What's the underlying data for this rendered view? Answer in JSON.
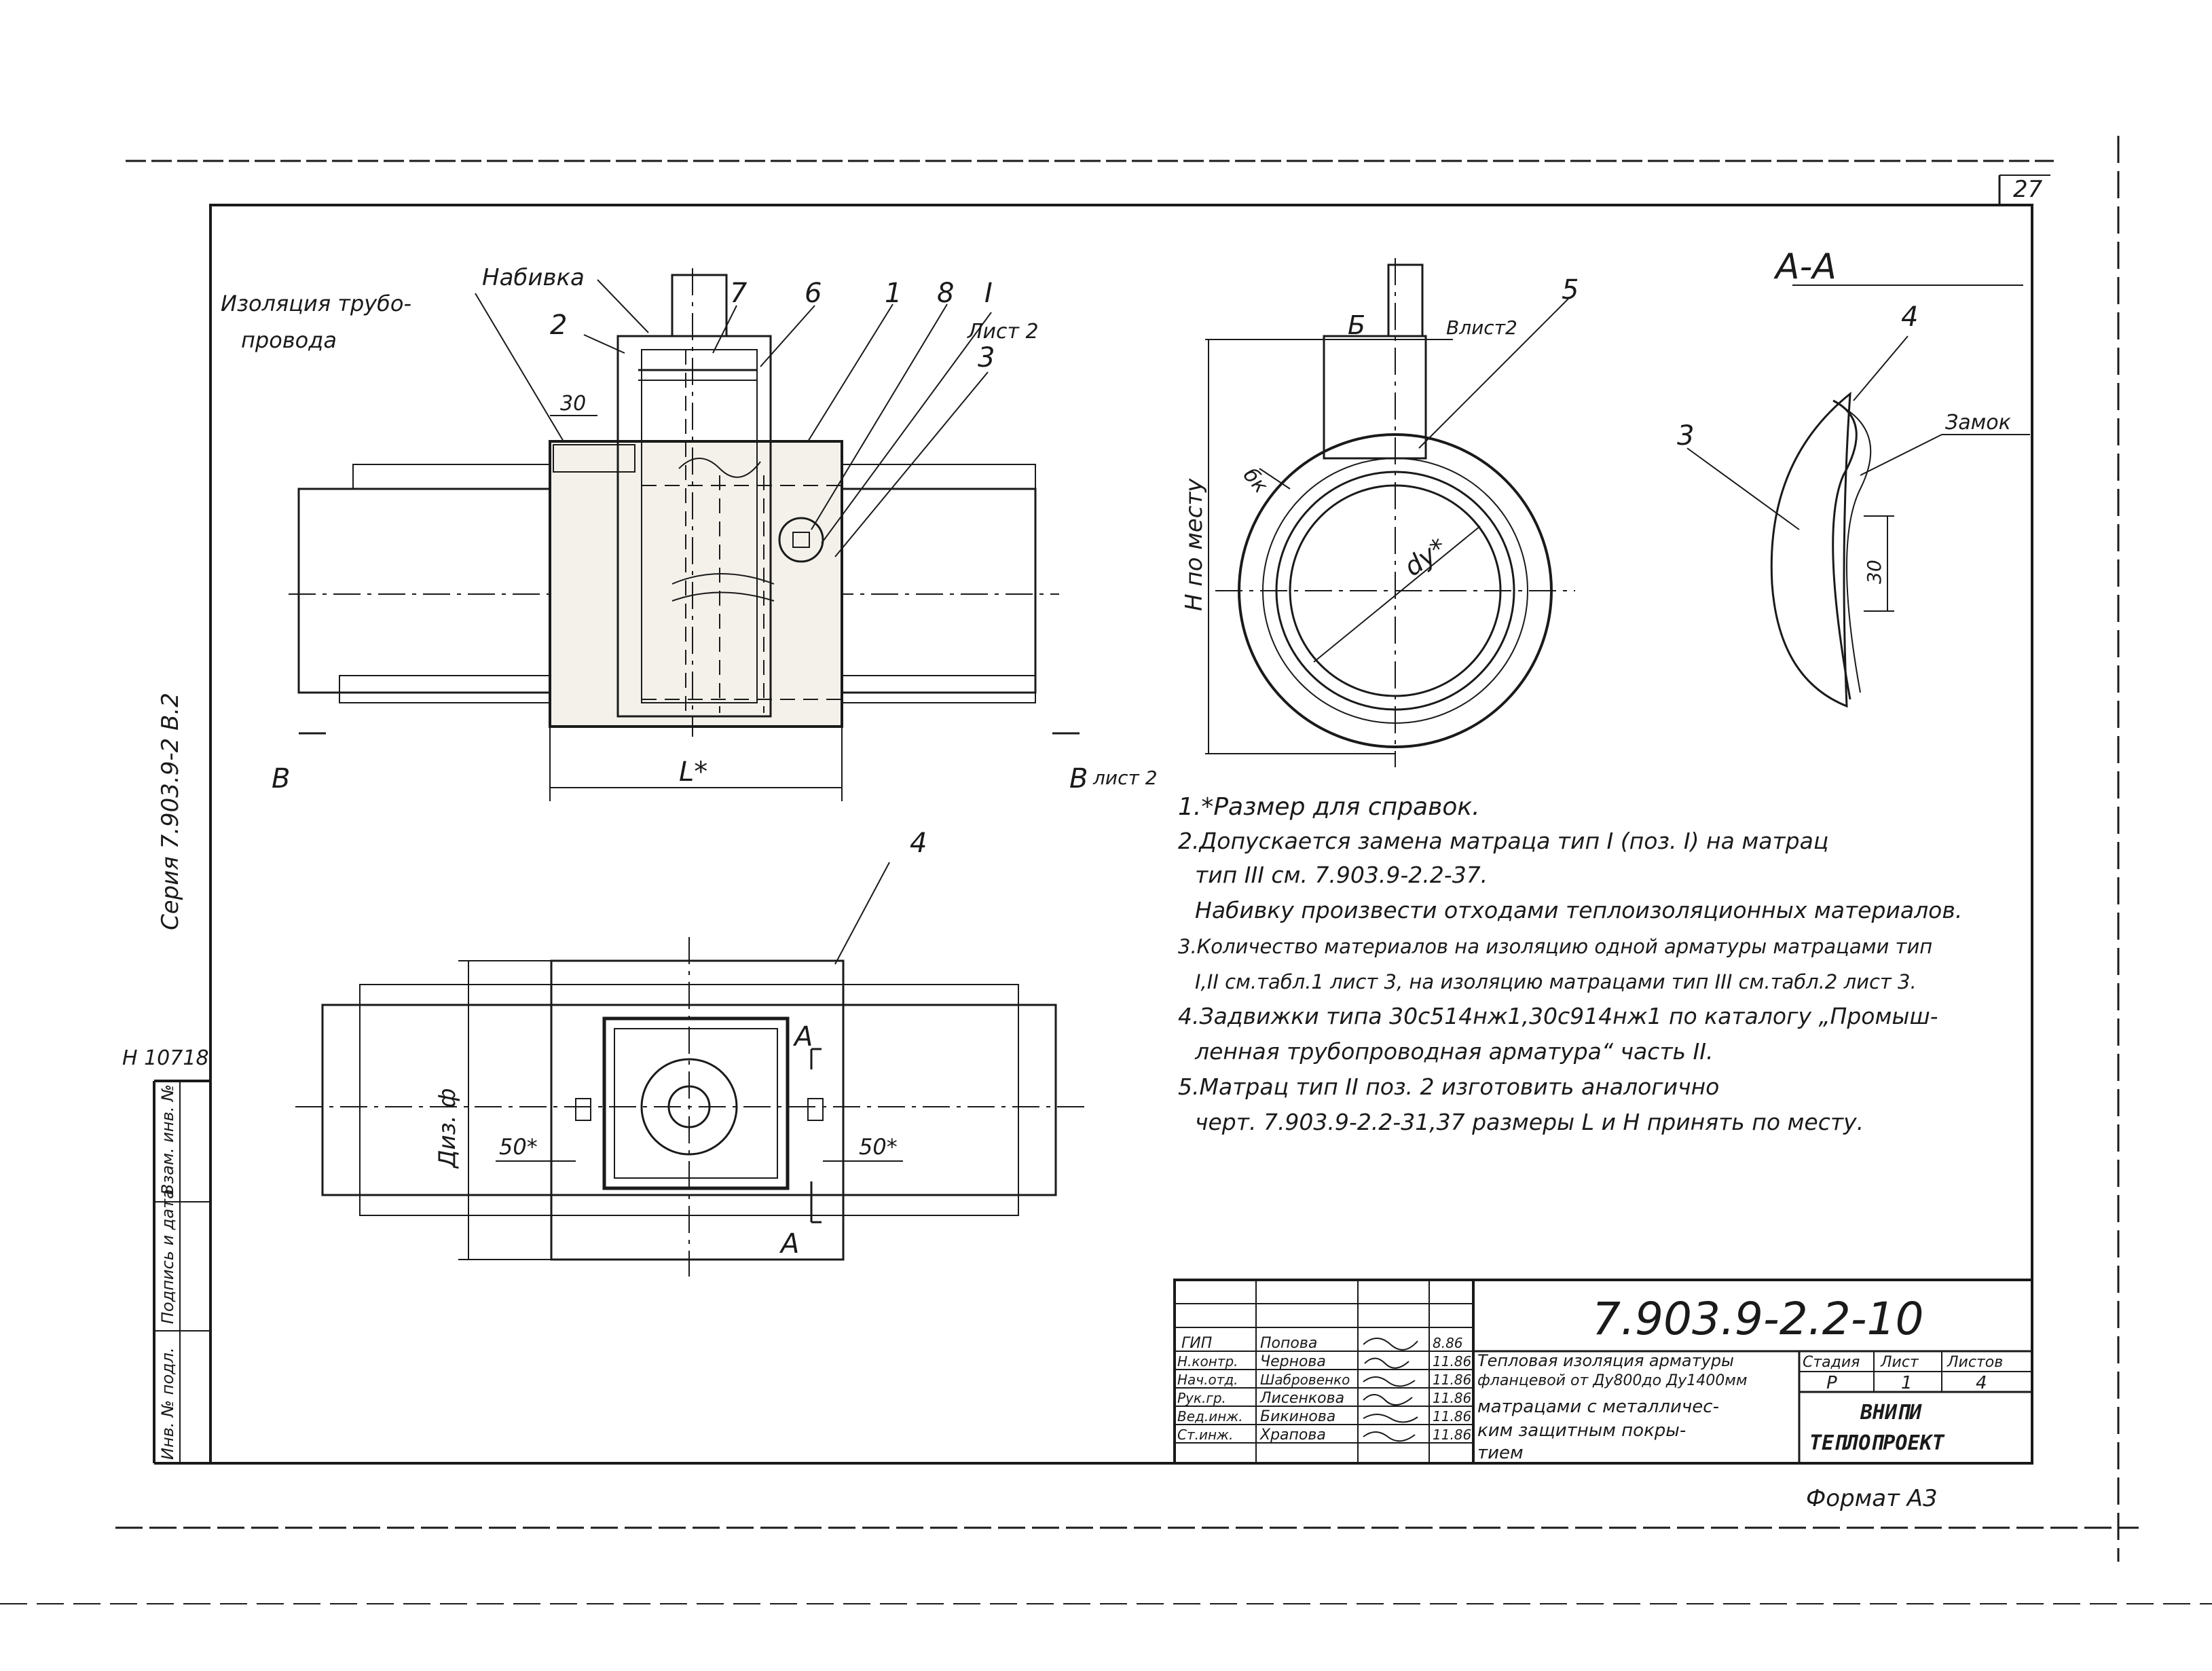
{
  "sheet": {
    "page_number": "27",
    "format": "Формат А3",
    "series": "Серия  7.903.9-2 В.2",
    "inventory_stamp": "Н 10718"
  },
  "side_stamp": [
    "Инв. № подл.",
    "Подпись и дата",
    "Взам. инв. №"
  ],
  "main_view": {
    "labels": {
      "packing": "Набивка",
      "pipe_insulation_1": "Изоляция трубо-",
      "pipe_insulation_2": "провода",
      "p2": "2",
      "p7": "7",
      "p6": "6",
      "p1": "1",
      "p8": "8",
      "pI": "I",
      "sheet2": "Лист 2",
      "p3": "3",
      "dim30": "30",
      "dimL": "L*",
      "secB_left": "В",
      "secB_right": "В",
      "secB_sheet": "лист 2"
    }
  },
  "section_view": {
    "labels": {
      "b_mark": "Б",
      "b_sheet": "Влист2",
      "p5": "5",
      "h_dim": "Н по месту",
      "bk": "бк",
      "dy": "dу*"
    }
  },
  "detail_view": {
    "title": "А-А",
    "labels": {
      "p4": "4",
      "p3": "3",
      "lock": "Замок",
      "dim30": "30"
    }
  },
  "plan_view": {
    "labels": {
      "p4": "4",
      "section_a_top": "А",
      "section_a_bottom": "А",
      "diam": "Диз. ф",
      "dim50_left": "50*",
      "dim50_right": "50*"
    }
  },
  "notes": [
    "1.*Размер для справок.",
    "2.Допускается замена матраца тип I (поз. I) на матрац",
    "тип III  см. 7.903.9-2.2-37.",
    "Набивку произвести отходами теплоизоляционных материалов.",
    "3.Количество материалов на изоляцию одной арматуры матрацами тип",
    "I,II  см.табл.1 лист 3, на изоляцию матрацами тип III см.табл.2 лист 3.",
    "4.Задвижки типа 30с514нж1,30с914нж1 по каталогу „Промыш-",
    "ленная трубопроводная арматура“ часть II.",
    "5.Матрац тип II поз. 2 изготовить аналогично",
    "черт. 7.903.9-2.2-31,37 размеры L и Н принять по месту."
  ],
  "title_block": {
    "code": "7.903.9-2.2-10",
    "title_lines": [
      "Тепловая изоляция арматуры",
      "фланцевой от Ду800до Ду1400мм",
      "матрацами с металличес-",
      "ким защитным покры-",
      "тием"
    ],
    "roles": [
      "ГИП",
      "Н.контр.",
      "Нач.отд.",
      "Рук.гр.",
      "Вед.инж.",
      "Ст.инж."
    ],
    "names": [
      "Попова",
      "Чернова",
      "Шабровенко",
      "Лисенкова",
      "Бикинова",
      "Храпова"
    ],
    "dates": [
      "8.86",
      "11.86",
      "11.86",
      "11.86",
      "11.86",
      "11.86"
    ],
    "stage_header": "Стадия",
    "sheet_header": "Лист",
    "sheets_header": "Листов",
    "stage": "Р",
    "sheet": "1",
    "sheets": "4",
    "org1": "ВНИПИ",
    "org2": "ТЕПЛОПРОЕКТ"
  }
}
